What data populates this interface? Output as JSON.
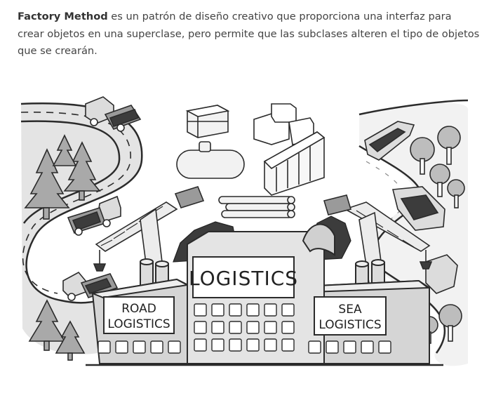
{
  "intro": {
    "term": "Factory Method",
    "text": " es un patrón de diseño creativo que proporciona una interfaz para crear objetos en una superclase, pero permite que las subclases alteren el tipo de objetos que se crearán."
  },
  "illustration": {
    "main_sign": "LOGISTICS",
    "left_sign": [
      "ROAD",
      "LOGISTICS"
    ],
    "right_sign": [
      "SEA",
      "LOGISTICS"
    ]
  },
  "colors": {
    "text": "#444444",
    "ink": "#2b2b2b",
    "fill_light": "#eeeeee",
    "fill_mid": "#d5d5d5",
    "fill_dark": "#9a9a9a",
    "coal": "#3c3c3c"
  }
}
